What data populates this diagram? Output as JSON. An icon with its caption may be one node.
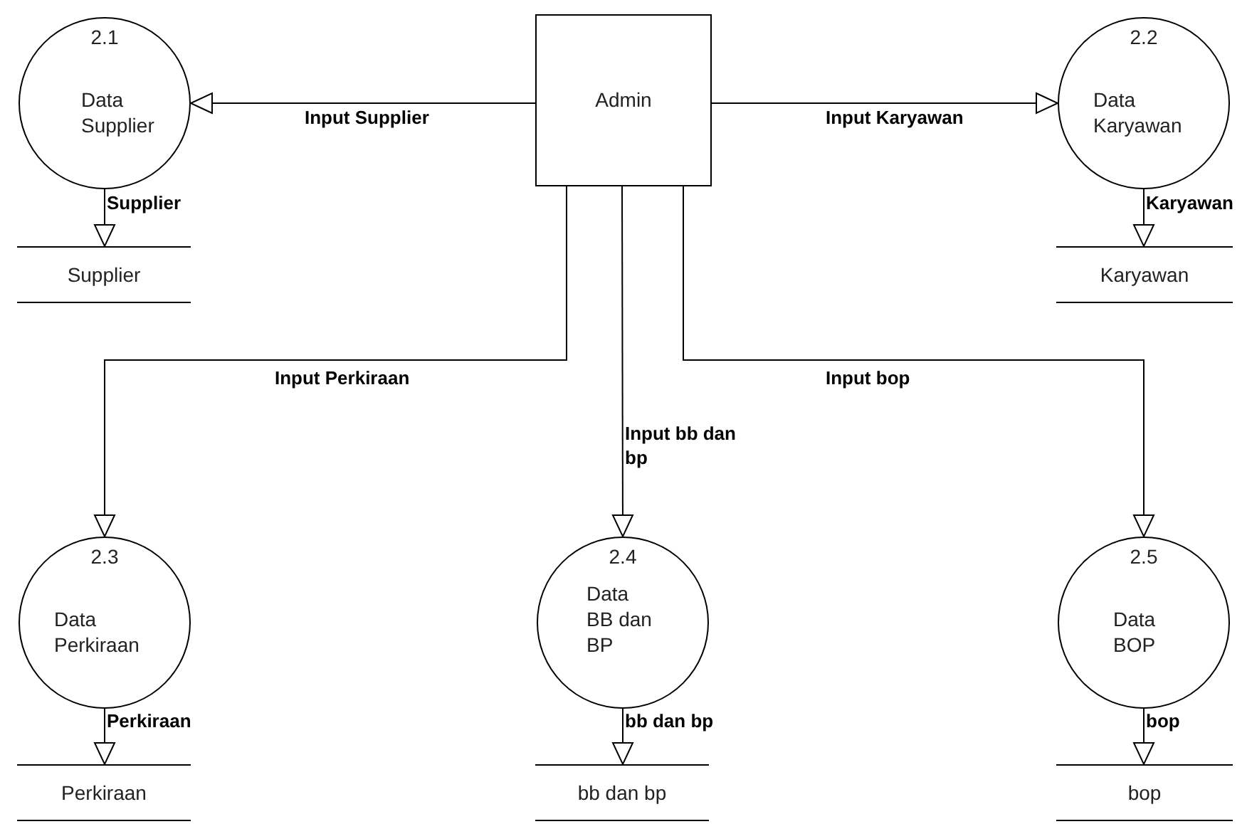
{
  "diagram": {
    "nodes": [
      {
        "text": [
          "Admin"
        ]
      },
      {
        "text": [
          "2.1",
          "Data Supplier"
        ]
      },
      {
        "text": [
          "2.2",
          "Data Karyawan"
        ]
      },
      {
        "text": [
          "2.3",
          "Data Perkiraan"
        ]
      },
      {
        "text": [
          "2.4",
          "Data BB dan BP"
        ]
      },
      {
        "text": [
          "2.5",
          "Data BOP"
        ]
      },
      {
        "text": [
          "Supplier"
        ]
      },
      {
        "text": [
          "Karyawan"
        ]
      },
      {
        "text": [
          "Perkiraan"
        ]
      },
      {
        "text": [
          "bb dan bp"
        ]
      },
      {
        "text": [
          "bop"
        ]
      }
    ],
    "edges": [
      {
        "from": 0,
        "to": 1,
        "arrow": "to",
        "label": "Input Supplier"
      },
      {
        "from": 0,
        "to": 2,
        "arrow": "to",
        "label": "Input Karyawan"
      },
      {
        "from": 0,
        "to": 3,
        "arrow": "to",
        "label": "Input Perkiraan"
      },
      {
        "from": 0,
        "to": 4,
        "arrow": "to",
        "label": "Input bb dan bp"
      },
      {
        "from": 0,
        "to": 5,
        "arrow": "to",
        "label": "Input bop"
      },
      {
        "from": 1,
        "to": 6,
        "arrow": "to",
        "label": "Supplier"
      },
      {
        "from": 2,
        "to": 7,
        "arrow": "to",
        "label": "Karyawan"
      },
      {
        "from": 3,
        "to": 8,
        "arrow": "to",
        "label": "Perkiraan"
      },
      {
        "from": 4,
        "to": 9,
        "arrow": "to",
        "label": "bb dan bp"
      },
      {
        "from": 5,
        "to": 10,
        "arrow": "to",
        "label": "bop"
      }
    ]
  }
}
